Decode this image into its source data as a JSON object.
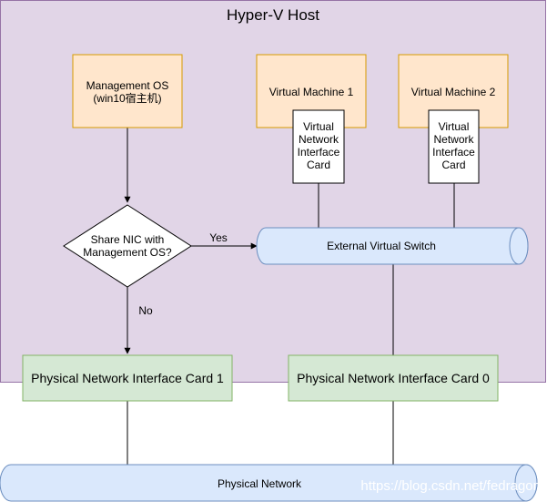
{
  "host": {
    "title": "Hyper-V Host"
  },
  "nodes": {
    "management_os": {
      "line1": "Management OS",
      "line2": "(win10宿主机)"
    },
    "vm1": {
      "label": "Virtual Machine 1"
    },
    "vm2": {
      "label": "Virtual Machine 2"
    },
    "vnic1": {
      "lines": [
        "Virtual",
        "Network",
        "Interface",
        "Card"
      ]
    },
    "vnic2": {
      "lines": [
        "Virtual",
        "Network",
        "Interface",
        "Card"
      ]
    },
    "decision": {
      "line1": "Share NIC with",
      "line2": "Management OS?"
    },
    "external_switch": {
      "label": "External Virtual Switch"
    },
    "pnic1": {
      "label": "Physical Network Interface Card 1"
    },
    "pnic0": {
      "label": "Physical Network Interface Card 0"
    },
    "physical_network": {
      "label": "Physical Network"
    }
  },
  "edges": {
    "yes": "Yes",
    "no": "No"
  },
  "watermark": "https://blog.csdn.net/fedragon",
  "colors": {
    "host_fill": "#e1d5e7",
    "host_stroke": "#9673a6",
    "orange_fill": "#ffe6cc",
    "orange_stroke": "#d79b00",
    "blue_fill": "#dae8fc",
    "blue_stroke": "#6c8ebf",
    "green_fill": "#d5e8d4",
    "green_stroke": "#82b366"
  }
}
